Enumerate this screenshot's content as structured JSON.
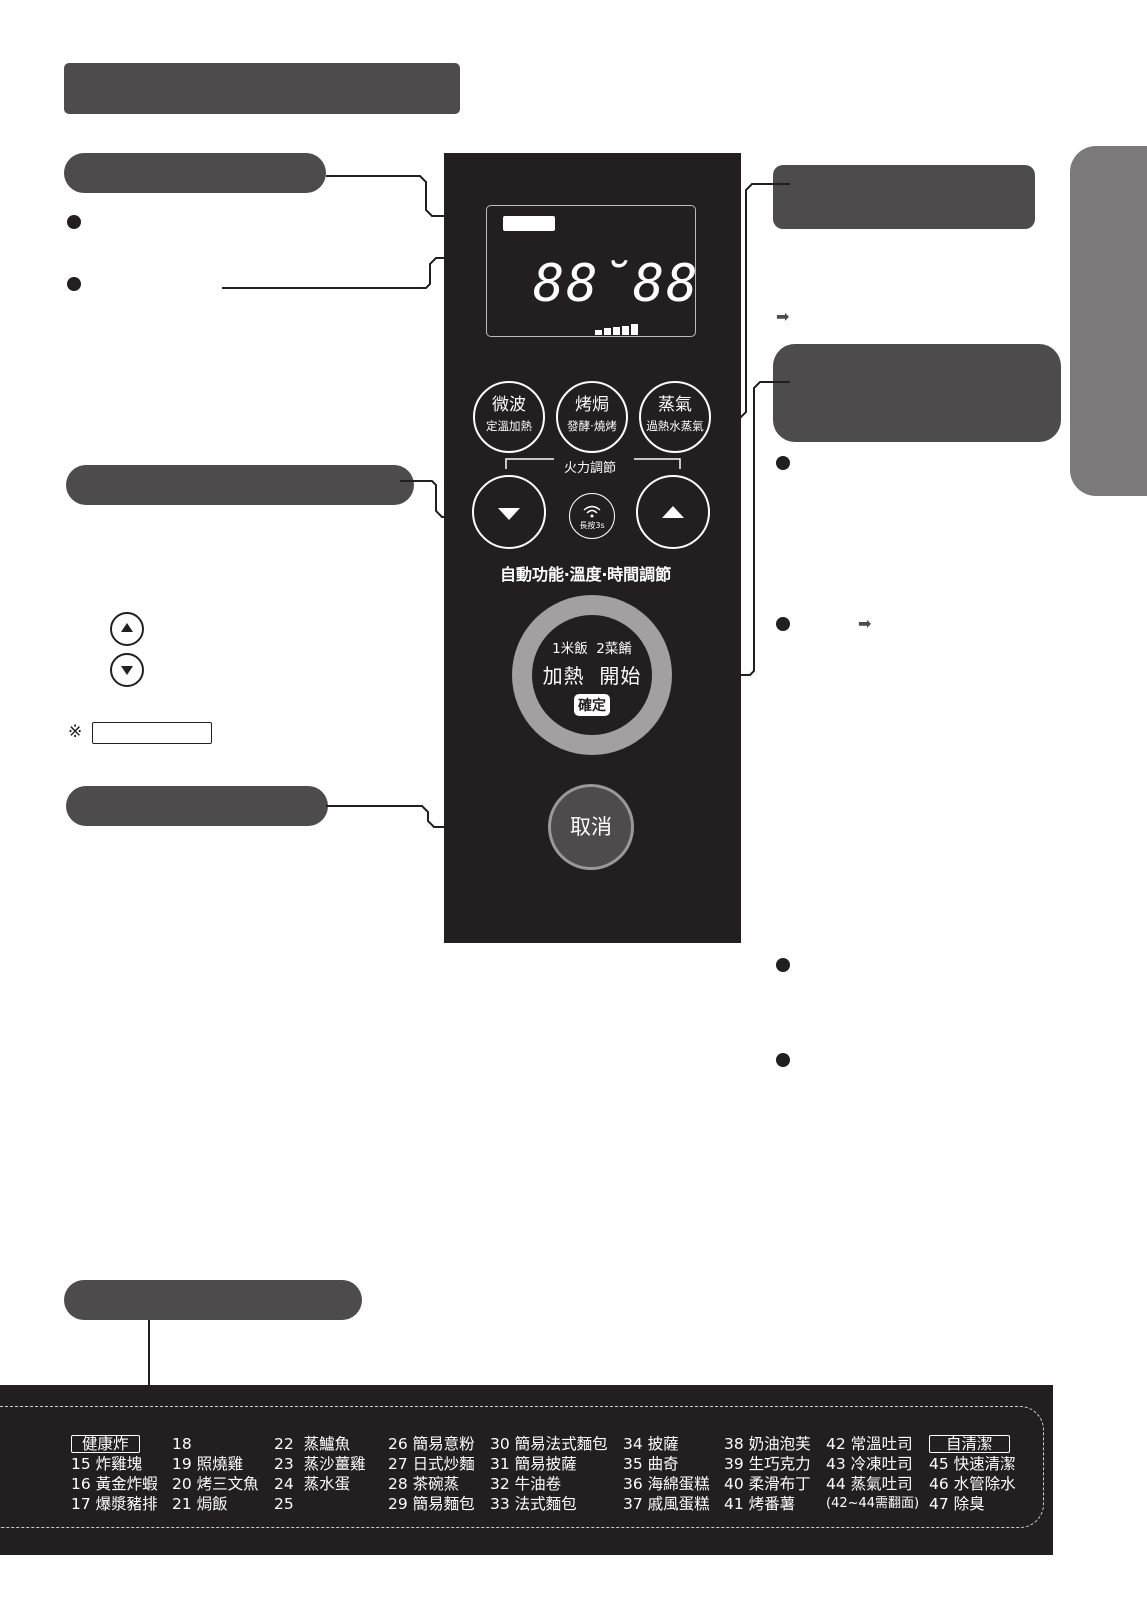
{
  "display": {
    "segments": "88˘88",
    "signal_bars": [
      0.35,
      0.55,
      0.7,
      0.85,
      1.0
    ]
  },
  "panel": {
    "mode_buttons": [
      {
        "label": "微波",
        "sub": "定溫加熱"
      },
      {
        "label": "烤焗",
        "sub": "發酵‧燒烤"
      },
      {
        "label": "蒸氣",
        "sub": "過熱水蒸氣"
      }
    ],
    "fire_label": "火力調節",
    "wifi_label": "長按3s",
    "adjust_label": "自動功能‧溫度‧時間調節",
    "start": {
      "top": "1米飯  2菜餚",
      "main": "加熱  開始",
      "confirm": "確定"
    },
    "cancel": "取消"
  },
  "left_note": {
    "symbol": "※"
  },
  "menu": {
    "col1": [
      "健康炸",
      "15 炸雞塊",
      "16 黃金炸蝦",
      "17 爆漿豬排"
    ],
    "col2": [
      "18",
      "19 照燒雞",
      "20 烤三文魚",
      "21 焗飯"
    ],
    "col3": [
      "22  蒸鱸魚",
      "23  蒸沙薑雞",
      "24  蒸水蛋",
      "25"
    ],
    "col4": [
      "26 簡易意粉",
      "27 日式炒麵",
      "28 茶碗蒸",
      "29 簡易麵包"
    ],
    "col5": [
      "30 簡易法式麵包",
      "31 簡易披薩",
      "32 牛油卷",
      "33 法式麵包"
    ],
    "col6": [
      "34 披薩",
      "35 曲奇",
      "36 海綿蛋糕",
      "37 戚風蛋糕"
    ],
    "col7": [
      "38 奶油泡芙",
      "39 生巧克力",
      "40 柔滑布丁",
      "41 烤番薯"
    ],
    "col8": [
      "42 常溫吐司",
      "43 冷凍吐司",
      "44 蒸氣吐司",
      "(42~44需翻面)"
    ],
    "col9": [
      "自清潔",
      "45 快速清潔",
      "46 水管除水",
      "47 除臭"
    ]
  }
}
